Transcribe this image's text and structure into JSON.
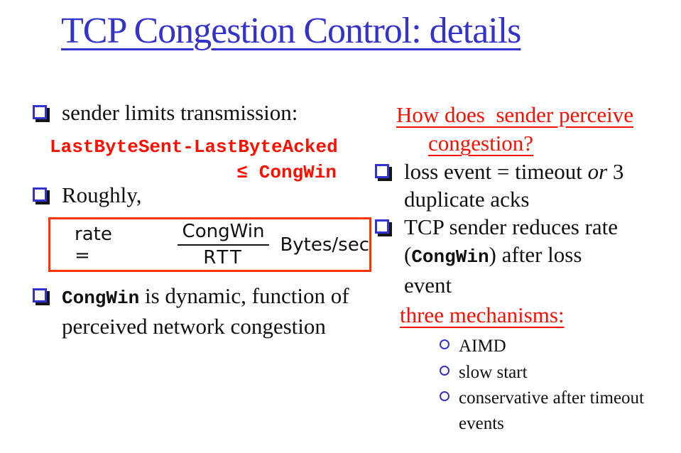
{
  "colors": {
    "title_blue": "#3333cc",
    "accent_red": "#ff0e00",
    "box_border": "#ff3300",
    "bullet_blue": "#3333cc"
  },
  "title": "TCP Congestion Control: details",
  "left": {
    "item1": "sender limits transmission:",
    "code1": "LastByteSent-LastByteAcked",
    "code2": "≤ CongWin",
    "item2": "Roughly,",
    "rate_box": {
      "lhs": "rate =",
      "numerator": "CongWin",
      "denominator": "RTT",
      "unit": "Bytes/sec"
    },
    "item3_code": "CongWin",
    "item3_line1_rest": " is dynamic, function of",
    "item3_line2": "perceived network congestion"
  },
  "right": {
    "question_line1": "How does  sender perceive",
    "question_line2": "congestion?",
    "item1_line1_pre": "loss event = timeout ",
    "item1_line1_or": "or",
    "item1_line1_post": " 3",
    "item1_line2": "duplicate acks",
    "item2_line1": "TCP sender reduces rate",
    "item2_line2_open": "(",
    "item2_line2_code": "CongWin",
    "item2_line2_close": ") after loss",
    "item2_line3": "event",
    "mechanisms_heading": "three mechanisms:",
    "sub1": "AIMD",
    "sub2": "slow start",
    "sub3_line1": "conservative after timeout",
    "sub3_line2": "events"
  }
}
